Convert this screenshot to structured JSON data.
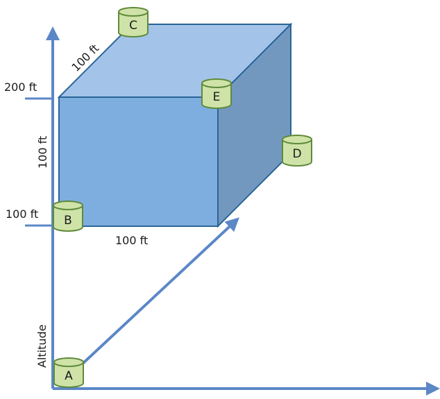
{
  "labels": {
    "altitude": "Altitude",
    "tick_200": "200 ft",
    "tick_100": "100 ft",
    "edge_depth": "100 ft",
    "edge_height": "100 ft",
    "edge_width": "100 ft"
  },
  "nodes": {
    "a": "A",
    "b": "B",
    "c": "C",
    "d": "D",
    "e": "E"
  },
  "colors": {
    "axis": "#5b87c6",
    "cube_front": "#7eaee0",
    "cube_top": "#a3c4e8",
    "cube_side": "#7398c0",
    "cube_edge": "#2a6496",
    "node_fill": "#cfe3a8",
    "node_edge": "#5f8a3a"
  }
}
